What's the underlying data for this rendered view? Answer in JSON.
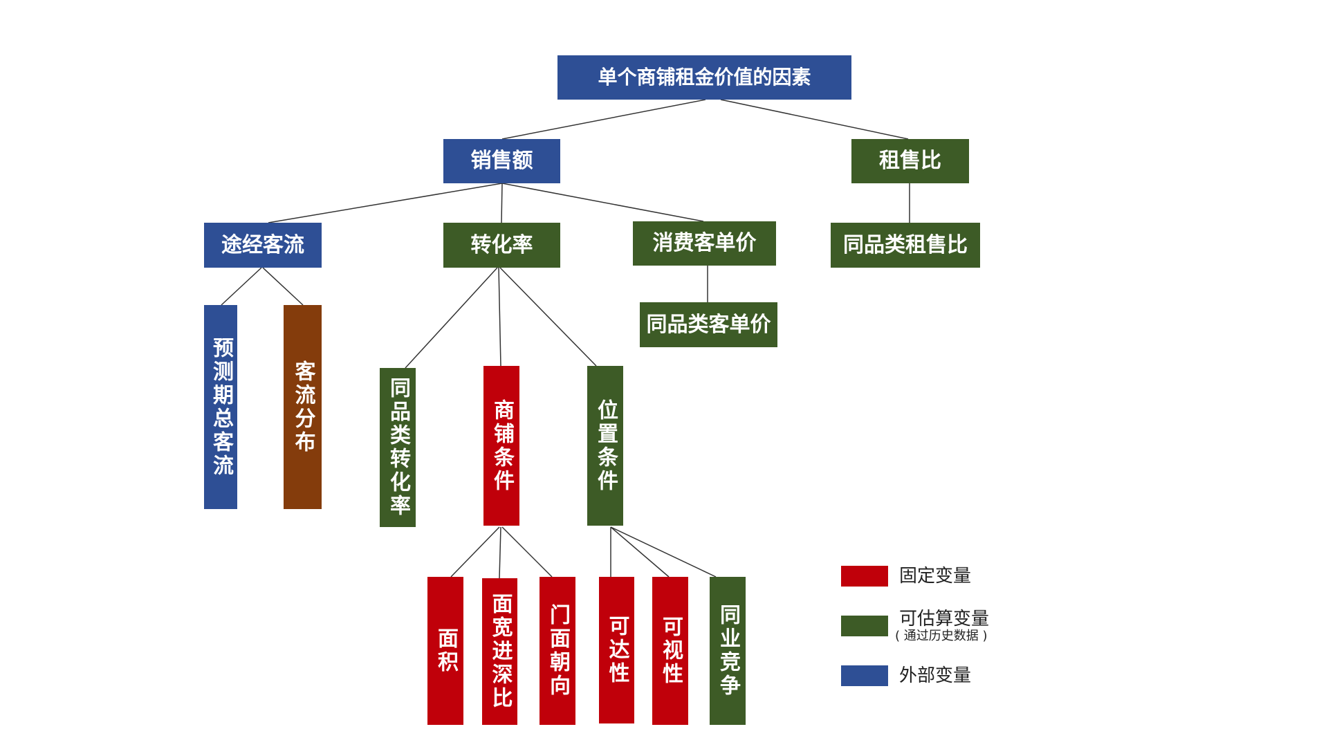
{
  "colors": {
    "fixed": "#C0000A",
    "estimable": "#3D5B26",
    "external": "#2E4F95",
    "brown": "#843C0C",
    "line": "#333333"
  },
  "nodes": {
    "root": "单个商铺租金价值的因素",
    "sales": "销售额",
    "rent_ratio": "租售比",
    "traffic": "途经客流",
    "conversion": "转化率",
    "unit_price": "消费客单价",
    "same_rent_ratio": "同品类租售比",
    "same_unit_price": "同品类客单价",
    "forecast_traffic": "预测期总客流",
    "traffic_dist": "客流分布",
    "same_conversion": "同品类转化率",
    "shop_condition": "商铺条件",
    "location_condition": "位置条件",
    "area": "面积",
    "width_depth": "面宽进深比",
    "facade": "门面朝向",
    "accessibility": "可达性",
    "visibility": "可视性",
    "competition": "同业竞争"
  },
  "legend": {
    "fixed": "固定变量",
    "estimable": "可估算变量",
    "estimable_note": "( 通过历史数据 )",
    "external": "外部变量"
  }
}
